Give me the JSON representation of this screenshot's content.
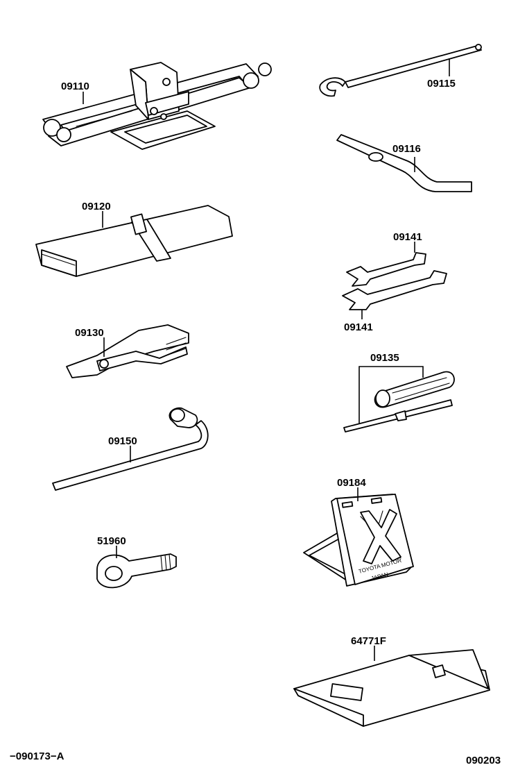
{
  "labels": {
    "jack": "09110",
    "hook_handle": "09115",
    "handle_extension": "09116",
    "tool_bag": "09120",
    "wrench_upper": "09141",
    "wrench_lower": "09141",
    "pliers": "09130",
    "screwdriver": "09135",
    "wheel_wrench": "09150",
    "warning_triangle": "09184",
    "towing_eye": "51960",
    "tire_repair_kit_case": "64771F"
  },
  "footer": {
    "left_code": "−090173−A",
    "right_code": "090203"
  },
  "triangle_lettering": [
    "TOYOTA MOTOR",
    "JAPAN"
  ]
}
